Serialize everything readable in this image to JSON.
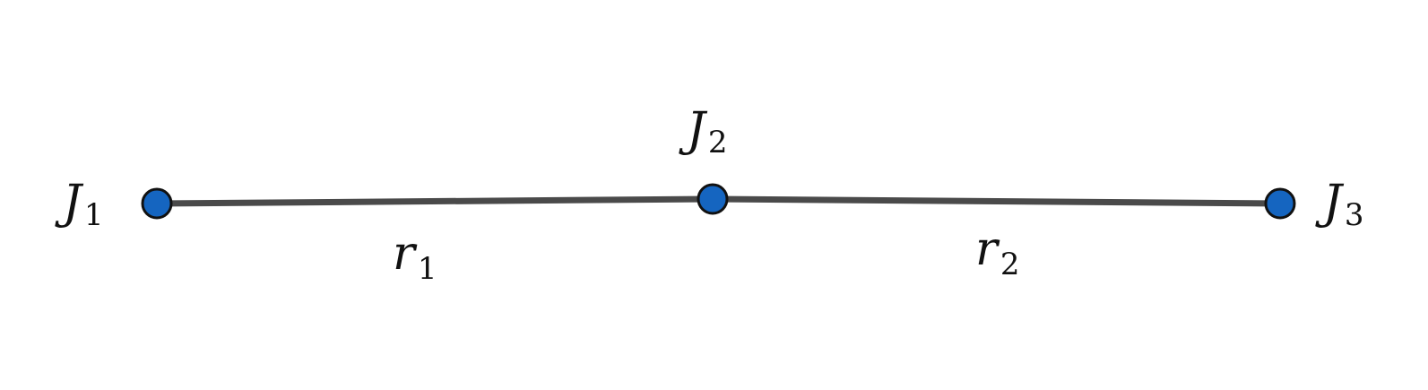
{
  "colors": {
    "background": "#ffffff",
    "node_fill": "#1565c0",
    "node_stroke": "#111111",
    "link": "#4a4a4a",
    "text": "#111111"
  },
  "nodes": [
    {
      "id": "J1",
      "symbol": "J",
      "subscript": "1"
    },
    {
      "id": "J2",
      "symbol": "J",
      "subscript": "2"
    },
    {
      "id": "J3",
      "symbol": "J",
      "subscript": "3"
    }
  ],
  "links": [
    {
      "id": "r1",
      "from": "J1",
      "to": "J2",
      "symbol": "r",
      "subscript": "1"
    },
    {
      "id": "r2",
      "from": "J2",
      "to": "J3",
      "symbol": "r",
      "subscript": "2"
    }
  ]
}
